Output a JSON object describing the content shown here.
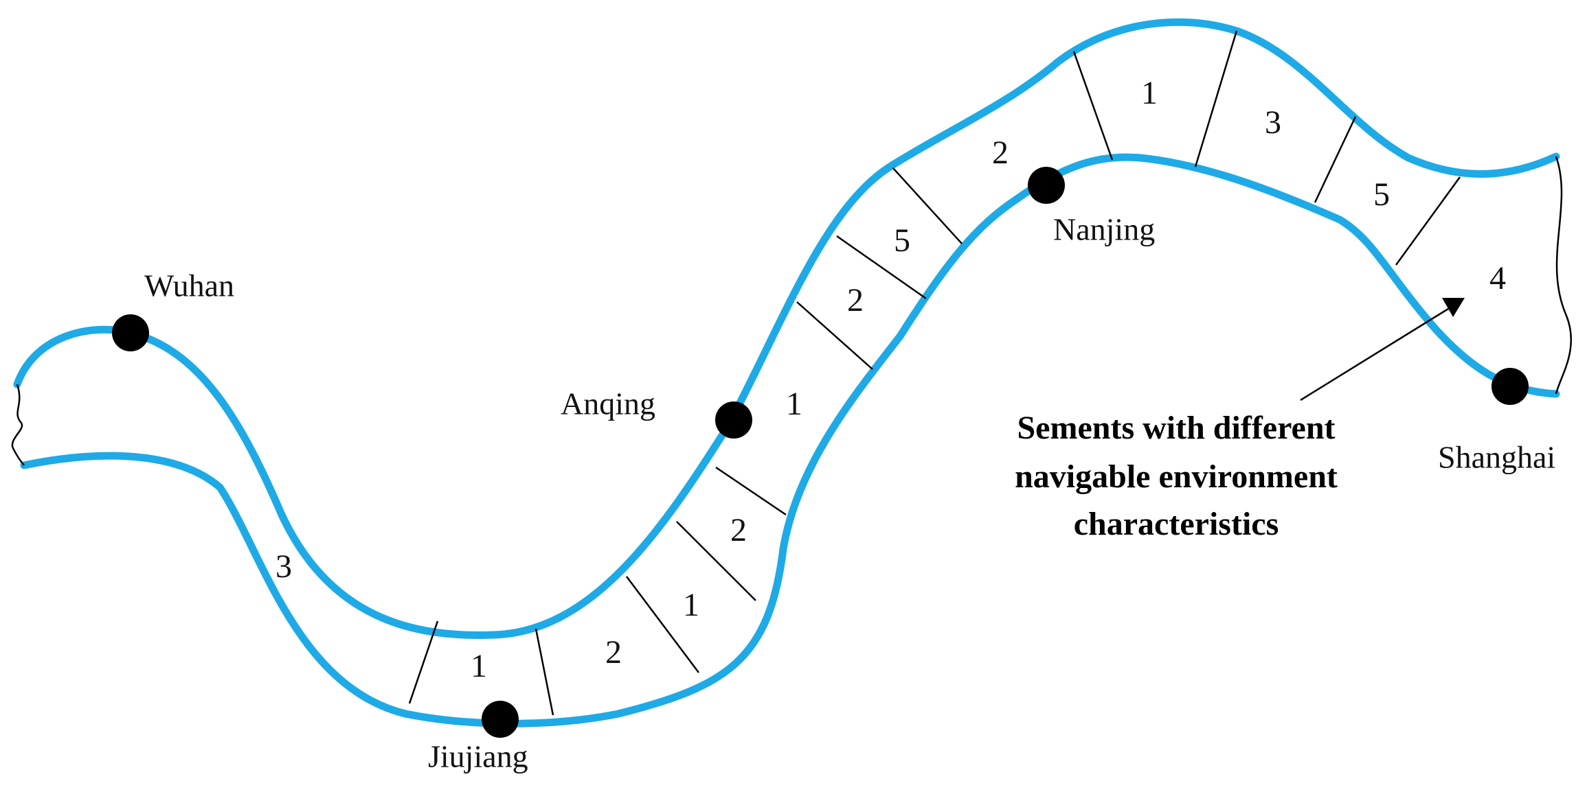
{
  "colors": {
    "river": "#1eaae6",
    "ink": "#000000"
  },
  "cities": [
    {
      "name": "Wuhan"
    },
    {
      "name": "Jiujiang"
    },
    {
      "name": "Anqing"
    },
    {
      "name": "Nanjing"
    },
    {
      "name": "Shanghai"
    }
  ],
  "segments": [
    "3",
    "1",
    "2",
    "1",
    "2",
    "1",
    "2",
    "5",
    "2",
    "1",
    "3",
    "5",
    "4"
  ],
  "callout": {
    "line1": "Sements with different",
    "line2": "navigable environment",
    "line3": "characteristics"
  }
}
